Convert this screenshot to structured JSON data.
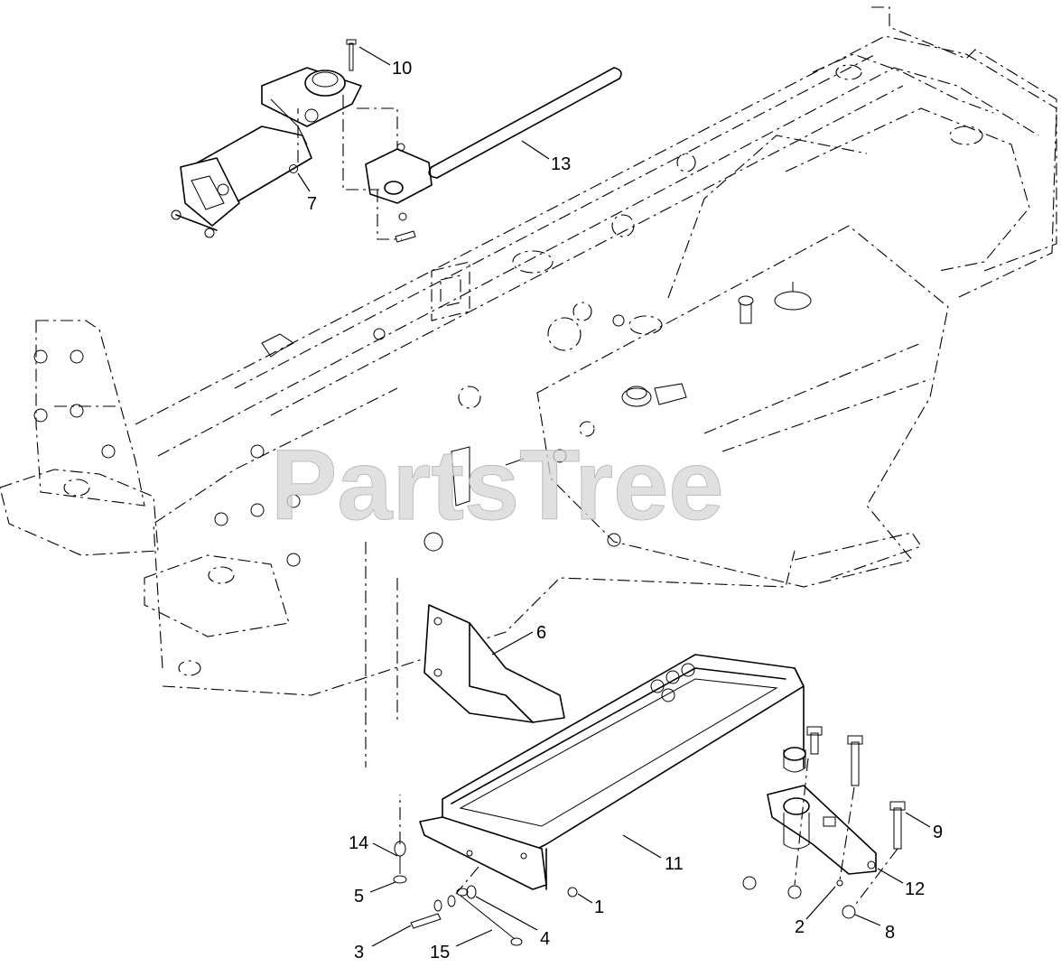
{
  "watermark": "PartsTree",
  "callouts": [
    {
      "id": "c10",
      "label": "10"
    },
    {
      "id": "c13",
      "label": "13"
    },
    {
      "id": "c7",
      "label": "7"
    },
    {
      "id": "c6",
      "label": "6"
    },
    {
      "id": "c9",
      "label": "9"
    },
    {
      "id": "c14",
      "label": "14"
    },
    {
      "id": "c11",
      "label": "11"
    },
    {
      "id": "c12",
      "label": "12"
    },
    {
      "id": "c5",
      "label": "5"
    },
    {
      "id": "c1",
      "label": "1"
    },
    {
      "id": "c2",
      "label": "2"
    },
    {
      "id": "c4",
      "label": "4"
    },
    {
      "id": "c8",
      "label": "8"
    },
    {
      "id": "c3",
      "label": "3"
    },
    {
      "id": "c15",
      "label": "15"
    }
  ]
}
